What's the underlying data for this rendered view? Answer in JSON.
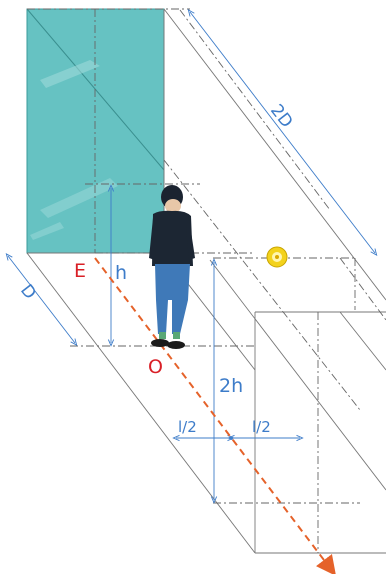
{
  "labels": {
    "E": "E",
    "O": "O",
    "h": "h",
    "two_h": "2h",
    "D": "D",
    "two_D": "2D",
    "l_half_left": "l/2",
    "l_half_right": "l/2"
  },
  "colors": {
    "mirror": "#66c2c2",
    "mirror_edge": "#3a9b9b",
    "construction_line": "#555555",
    "dimension_line": "#3d7cc9",
    "dimension_text": "#3d7cc9",
    "point_label": "#d91f26",
    "sight_line": "#e5622a",
    "lamp": "#f3d21c"
  },
  "icons": {
    "person": "person-figure",
    "lamp": "lamp-icon"
  }
}
